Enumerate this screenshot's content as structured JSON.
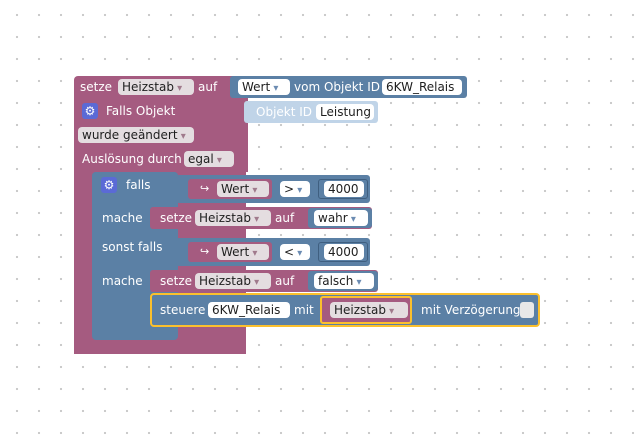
{
  "outer_block": {
    "setze": "setze",
    "var_name": "Heizstab",
    "auf": "auf",
    "wert": "Wert",
    "vom_objekt_id": "vom Objekt ID",
    "object_id_value": "6KW_Relais"
  },
  "trigger": {
    "falls_objekt": "Falls Objekt",
    "objekt_id": "Objekt ID",
    "objekt_id_value": "Leistung",
    "wurde_geaendert": "wurde geändert",
    "ausloesung_durch": "Auslösung durch",
    "egal": "egal"
  },
  "if_block": {
    "falls": "falls",
    "mache": "mache",
    "sonst_falls": "sonst falls",
    "mache2": "mache"
  },
  "condition1": {
    "wert": "Wert",
    "op": ">",
    "value": "4000"
  },
  "condition2": {
    "wert": "Wert",
    "op": "<",
    "value": "4000"
  },
  "action1": {
    "setze": "setze",
    "var_name": "Heizstab",
    "auf": "auf",
    "value": "wahr"
  },
  "action2": {
    "setze": "setze",
    "var_name": "Heizstab",
    "auf": "auf",
    "value": "falsch"
  },
  "control": {
    "steuere": "steuere",
    "object_id": "6KW_Relais",
    "mit": "mit",
    "var_name": "Heizstab",
    "mit_verzoegerung": "mit Verzögerung"
  },
  "icons": {
    "gear": "gear-icon",
    "arrow": "return-arrow-icon"
  },
  "colors": {
    "variables": "#a55b80",
    "logic": "#5b80a5",
    "trigger": "#a55b80",
    "getter": "#5b80a5",
    "light_getter": "#c0d4e8",
    "highlight": "#fbc02d"
  }
}
